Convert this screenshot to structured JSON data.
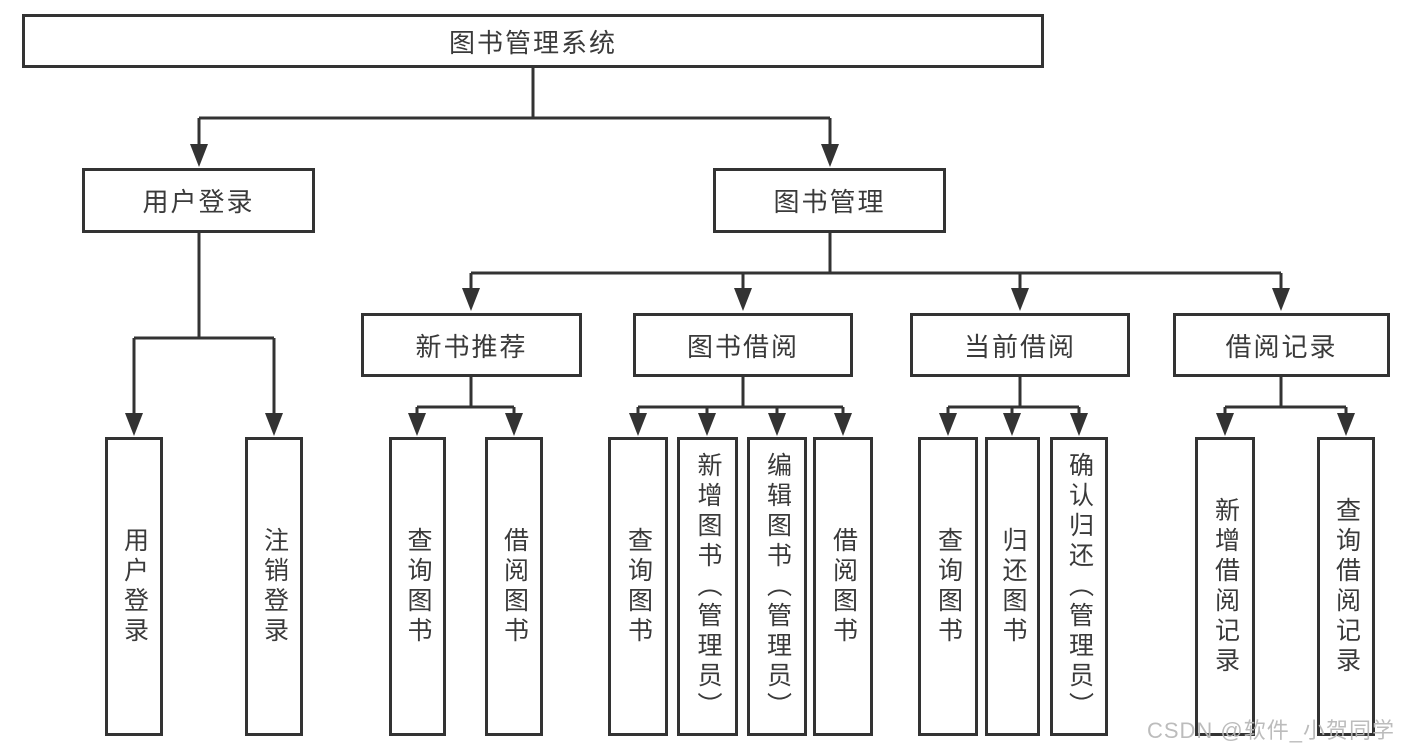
{
  "diagram": {
    "root": "图书管理系统",
    "branches": [
      {
        "label": "用户登录",
        "children": [
          "用户登录",
          "注销登录"
        ]
      },
      {
        "label": "图书管理",
        "children": [
          {
            "label": "新书推荐",
            "children": [
              "查询图书",
              "借阅图书"
            ]
          },
          {
            "label": "图书借阅",
            "children": [
              "查询图书",
              "新增图书（管理员）",
              "编辑图书（管理员）",
              "借阅图书"
            ]
          },
          {
            "label": "当前借阅",
            "children": [
              "查询图书",
              "归还图书",
              "确认归还（管理员）"
            ]
          },
          {
            "label": "借阅记录",
            "children": [
              "新增借阅记录",
              "查询借阅记录"
            ]
          }
        ]
      }
    ]
  },
  "watermark": "CSDN @软件_小贺同学",
  "colors": {
    "line": "#333333",
    "text": "#3a3a3a",
    "background": "#ffffff",
    "watermark": "#b9b9b9"
  }
}
